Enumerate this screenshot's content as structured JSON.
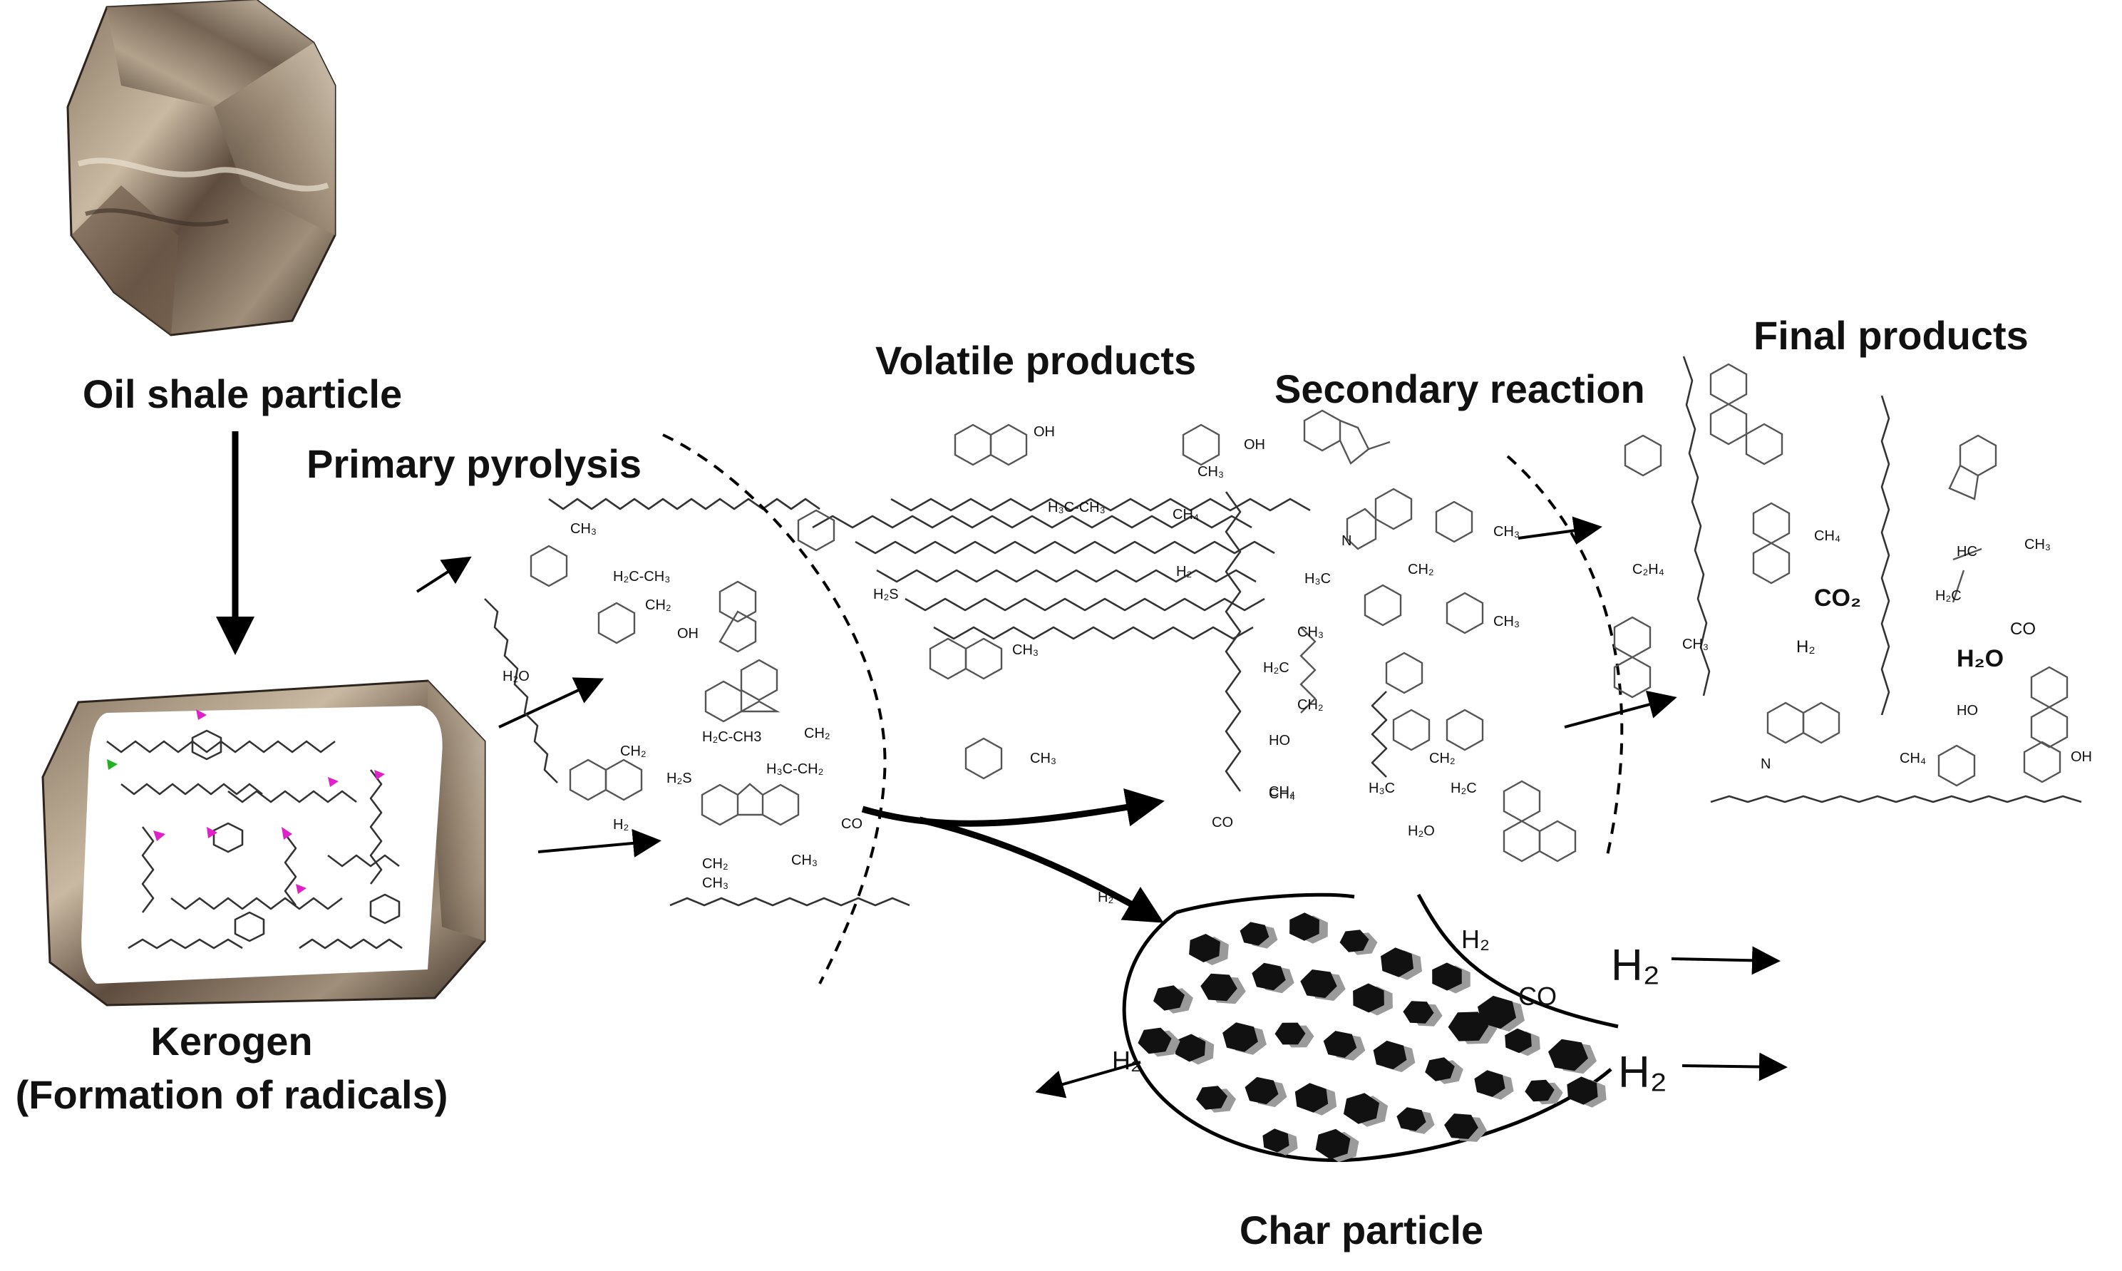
{
  "labels": {
    "oil_shale": "Oil shale particle",
    "kerogen_line1": "Kerogen",
    "kerogen_line2": "(Formation of radicals)",
    "primary": "Primary pyrolysis",
    "volatile": "Volatile products",
    "secondary": "Secondary reaction",
    "final": "Final products",
    "char": "Char particle"
  },
  "primary_species": {
    "ch3_a": "CH₃",
    "h2c_ch3": "H₂C-CH₃",
    "ch2_a": "CH₂",
    "oh": "OH",
    "h2o": "H₂O",
    "ch2_b": "CH₂",
    "h2c_ch3_b": "H₂C-CH3",
    "ch2_c": "CH₂",
    "h3c_ch2": "H₃C-CH₂",
    "h2s": "H₂S",
    "h2": "H₂",
    "ch2_d": "CH₂",
    "ch3_b": "CH₃",
    "ch3_c": "CH₃",
    "co": "CO"
  },
  "volatile_species": {
    "oh_a": "OH",
    "h3c_ch3": "H₃C-CH₃",
    "h2s": "H₂S",
    "ch3_a": "CH₃",
    "ch3_b": "CH₃",
    "oh_b": "OH",
    "ch3_c": "CH₃",
    "ch4": "CH₄",
    "h2": "H₂",
    "h2_arrow": "H₂"
  },
  "secondary_species": {
    "ch3_a": "CH₃",
    "n": "N",
    "h3c_a": "H₃C",
    "ch2_a": "CH₂",
    "ch3_b": "CH₃",
    "ch3_c": "CH₃",
    "h2c": "H₂C",
    "ch2_b": "CH₂",
    "ho": "HO",
    "ch4_a": "CH₄",
    "ch2_c": "CH₂",
    "h3c_b": "H₃C",
    "h2c_b": "H₂C",
    "co": "CO",
    "ch4_b": "CH₄",
    "h2o": "H₂O"
  },
  "final_species": {
    "c2h4": "C₂H₄",
    "ch3": "CH₃",
    "ch4_a": "CH₄",
    "co2": "CO₂",
    "h2": "H₂",
    "hc": "HC",
    "ch3_b": "CH₃",
    "h2c": "H₂C",
    "co": "CO",
    "h2o": "H₂O",
    "ho": "HO",
    "oh": "OH",
    "n": "N",
    "ch4_b": "CH₄"
  },
  "char_species": {
    "h2_inside": "H₂",
    "co_inside": "CO",
    "h2_right_a": "H₂",
    "h2_right_b": "H₂",
    "h2_left": "H₂"
  },
  "colors": {
    "rock_dark": "#5b4a3c",
    "rock_light": "#b9aa94",
    "char_hex": "#111111",
    "char_hex_shadow": "#9a9a9a",
    "radical_marker": "#e020c8"
  }
}
